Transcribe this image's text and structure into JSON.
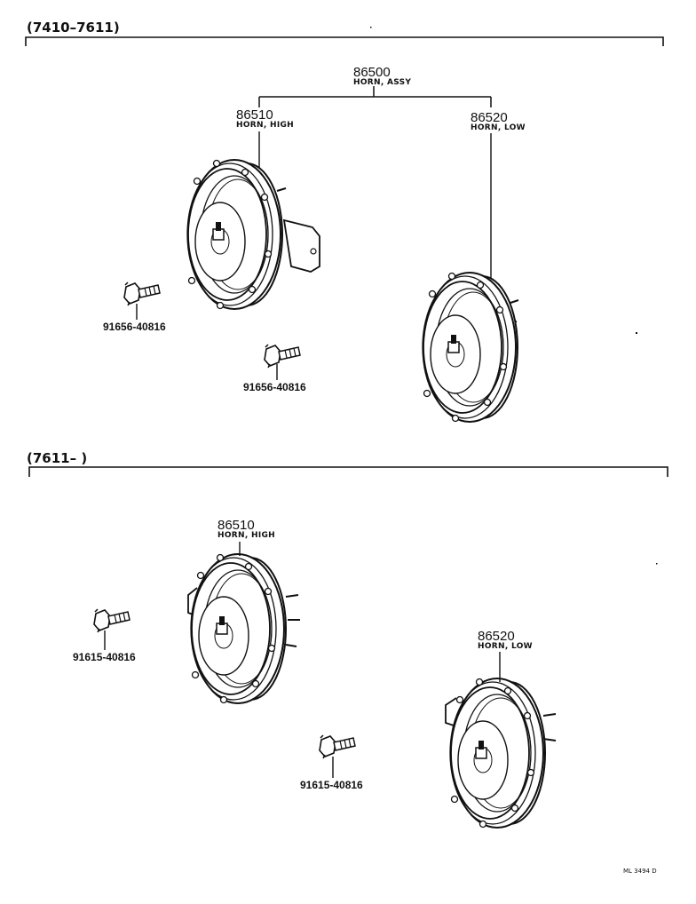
{
  "sections": [
    {
      "label": "(7410–7611)"
    },
    {
      "label": "(7611–        )"
    }
  ],
  "callouts": {
    "assy_number": "86500",
    "assy_name": "HORN, ASSY",
    "s1_high_number": "86510",
    "s1_high_name": "HORN, HIGH",
    "s1_low_number": "86520",
    "s1_low_name": "HORN, LOW",
    "s1_bolt_a": "91656-40816",
    "s1_bolt_b": "91656-40816",
    "s2_high_number": "86510",
    "s2_high_name": "HORN, HIGH",
    "s2_low_number": "86520",
    "s2_low_name": "HORN, LOW",
    "s2_bolt_a": "91615-40816",
    "s2_bolt_b": "91615-40816"
  },
  "figure_ref": "ML 3494 D",
  "colors": {
    "ink": "#111111",
    "paper": "#ffffff"
  }
}
